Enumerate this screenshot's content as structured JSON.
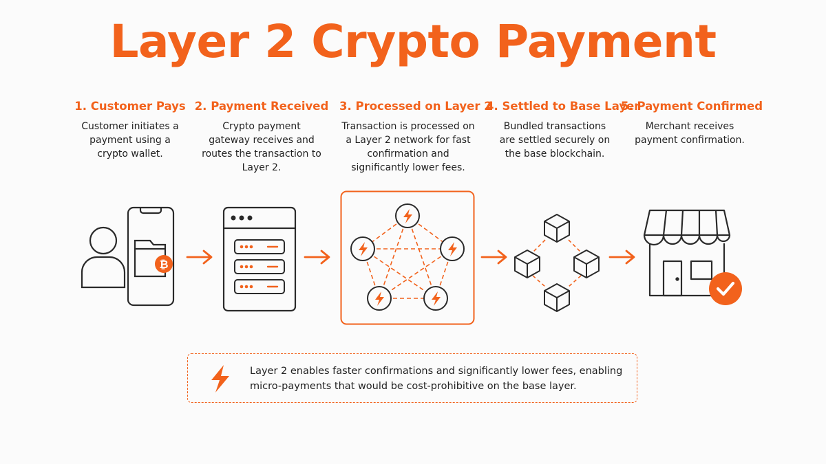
{
  "title": "Layer 2 Crypto Payment",
  "steps": [
    {
      "title": "1. Customer Pays",
      "desc": "Customer initiates a payment using a crypto wallet."
    },
    {
      "title": "2. Payment Received",
      "desc": "Crypto payment gateway receives and routes the transaction to Layer 2."
    },
    {
      "title": "3. Processed on Layer 2",
      "desc": "Transaction is processed on a Layer 2 network for fast confirmation and significantly lower fees."
    },
    {
      "title": "4. Settled to Base Layer",
      "desc": "Bundled transactions are settled securely on the base blockchain."
    },
    {
      "title": "5. Payment Confirmed",
      "desc": "Merchant receives payment confirmation."
    }
  ],
  "icons": {
    "step1": [
      "user-icon",
      "smartphone-icon",
      "wallet-icon",
      "bitcoin-icon"
    ],
    "step2": "server-icon",
    "step3": "layer2-network-icon",
    "step4": "blockchain-blocks-icon",
    "step5": [
      "storefront-icon",
      "checkmark-badge-icon"
    ],
    "arrows": "arrow-right-icon",
    "note": "lightning-icon"
  },
  "note": {
    "text": "Layer 2 enables faster confirmations and significantly lower fees, enabling micro-payments that would be cost-prohibitive on the base layer."
  },
  "colors": {
    "accent": "#f2621c",
    "text": "#222222",
    "line": "#2a2a2a",
    "background": "#fbfbfb"
  }
}
